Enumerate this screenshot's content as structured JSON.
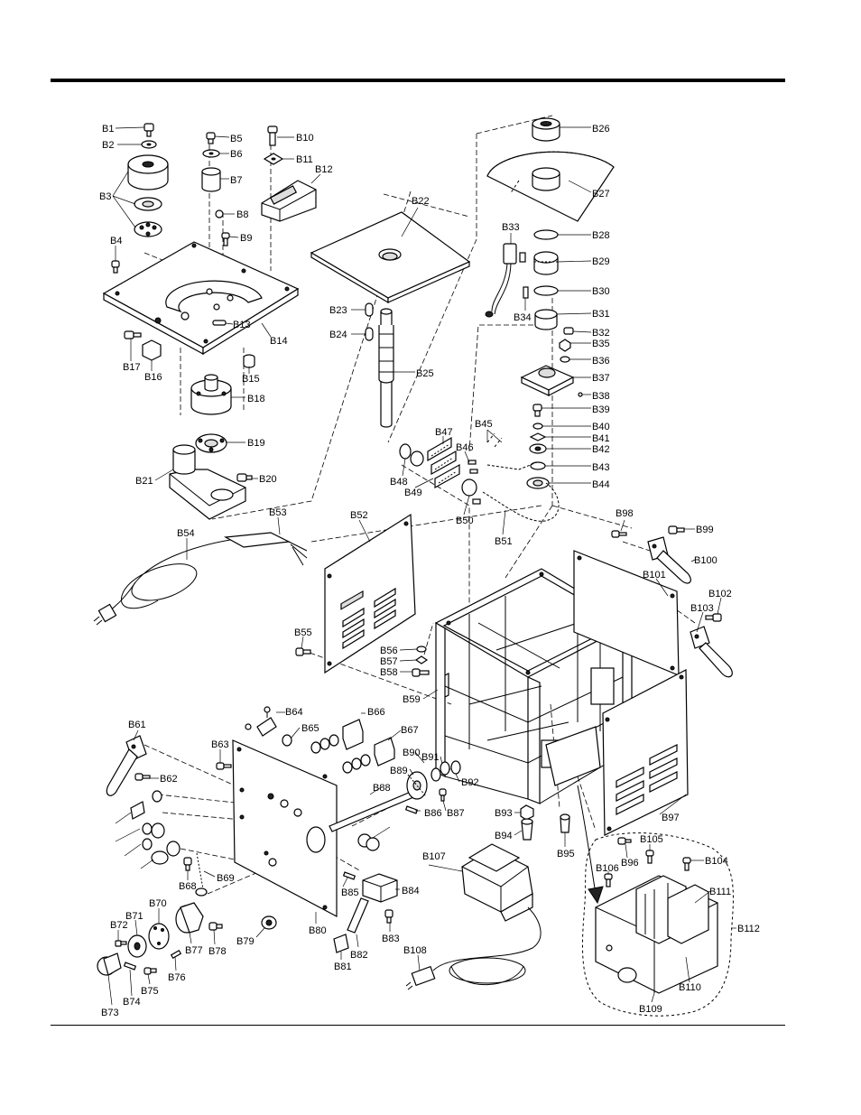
{
  "labels": [
    "B1",
    "B2",
    "B3",
    "B4",
    "B5",
    "B6",
    "B7",
    "B8",
    "B9",
    "B10",
    "B11",
    "B12",
    "B13",
    "B14",
    "B15",
    "B16",
    "B17",
    "B18",
    "B19",
    "B20",
    "B21",
    "B22",
    "B23",
    "B24",
    "B25",
    "B26",
    "B27",
    "B28",
    "B29",
    "B30",
    "B31",
    "B32",
    "B33",
    "B34",
    "B35",
    "B36",
    "B37",
    "B38",
    "B39",
    "B40",
    "B41",
    "B42",
    "B43",
    "B44",
    "B45",
    "B46",
    "B47",
    "B48",
    "B49",
    "B50",
    "B51",
    "B52",
    "B53",
    "B54",
    "B55",
    "B56",
    "B57",
    "B58",
    "B59",
    "B61",
    "B62",
    "B63",
    "B64",
    "B65",
    "B66",
    "B67",
    "B68",
    "B69",
    "B70",
    "B71",
    "B72",
    "B73",
    "B74",
    "B75",
    "B76",
    "B77",
    "B78",
    "B79",
    "B80",
    "B81",
    "B82",
    "B83",
    "B84",
    "B85",
    "B86",
    "B87",
    "B88",
    "B89",
    "B90",
    "B91",
    "B92",
    "B93",
    "B94",
    "B95",
    "B96",
    "B97",
    "B98",
    "B99",
    "B100",
    "B101",
    "B102",
    "B103",
    "B104",
    "B105",
    "B106",
    "B107",
    "B108",
    "B109",
    "B110",
    "B111",
    "B112"
  ]
}
